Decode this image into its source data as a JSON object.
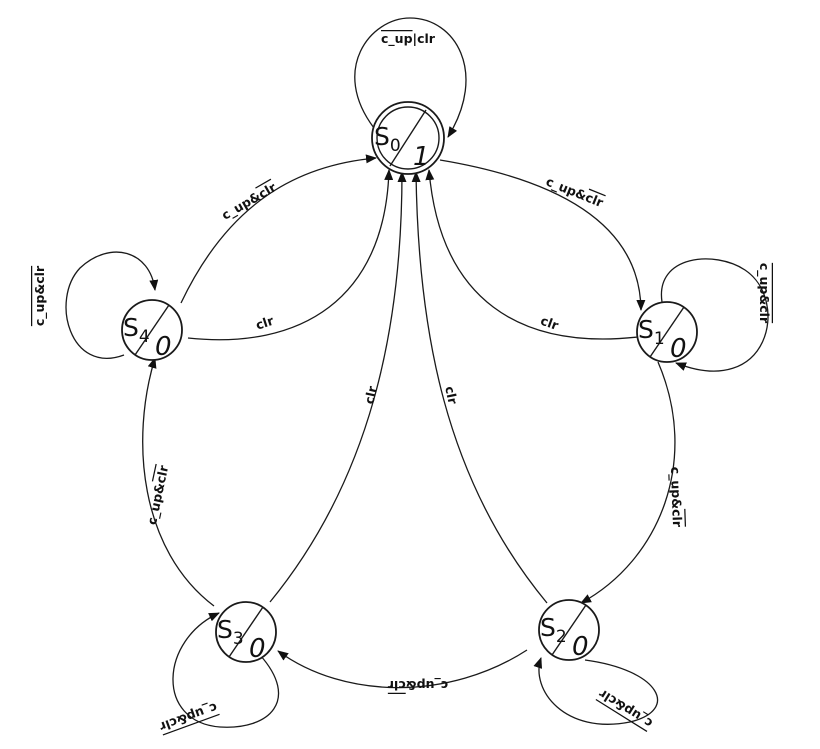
{
  "states": [
    {
      "id": "S0",
      "letter": "S",
      "sub": "0",
      "output": "1"
    },
    {
      "id": "S1",
      "letter": "S",
      "sub": "1",
      "output": "0"
    },
    {
      "id": "S2",
      "letter": "S",
      "sub": "2",
      "output": "0"
    },
    {
      "id": "S3",
      "letter": "S",
      "sub": "3",
      "output": "0"
    },
    {
      "id": "S4",
      "letter": "S",
      "sub": "4",
      "output": "0"
    }
  ],
  "transitions": {
    "s0_self": {
      "segments": [
        {
          "text": "c_up",
          "bar": true
        },
        {
          "text": "|",
          "bar": false
        },
        {
          "text": "clr",
          "bar": false
        }
      ]
    },
    "s0_s1": {
      "segments": [
        {
          "text": "c_up&",
          "bar": false
        },
        {
          "text": "clr",
          "bar": true
        }
      ]
    },
    "s1_s2": {
      "segments": [
        {
          "text": "c_up&",
          "bar": false
        },
        {
          "text": "clr",
          "bar": true
        }
      ]
    },
    "s2_s3": {
      "segments": [
        {
          "text": "c_up&",
          "bar": false
        },
        {
          "text": "clr",
          "bar": true
        }
      ]
    },
    "s3_s4": {
      "segments": [
        {
          "text": "c_up&",
          "bar": false
        },
        {
          "text": "clr",
          "bar": true
        }
      ]
    },
    "s4_s0": {
      "segments": [
        {
          "text": "c_up&",
          "bar": false
        },
        {
          "text": "clr",
          "bar": true
        }
      ]
    },
    "s1_self": {
      "segments": [
        {
          "text": "c_up&clr",
          "bar": true
        }
      ]
    },
    "s2_self": {
      "segments": [
        {
          "text": "c_up&clr",
          "bar": true
        }
      ]
    },
    "s3_self": {
      "segments": [
        {
          "text": "c_up&clr",
          "bar": true
        }
      ]
    },
    "s4_self": {
      "segments": [
        {
          "text": "c_up&clr",
          "bar": true
        }
      ]
    },
    "s1_s0_clr": {
      "segments": [
        {
          "text": "clr",
          "bar": false
        }
      ]
    },
    "s2_s0_clr": {
      "segments": [
        {
          "text": "clr",
          "bar": false
        }
      ]
    },
    "s3_s0_clr": {
      "segments": [
        {
          "text": "clr",
          "bar": false
        }
      ]
    },
    "s4_s0_clr": {
      "segments": [
        {
          "text": "clr",
          "bar": false
        }
      ]
    }
  }
}
